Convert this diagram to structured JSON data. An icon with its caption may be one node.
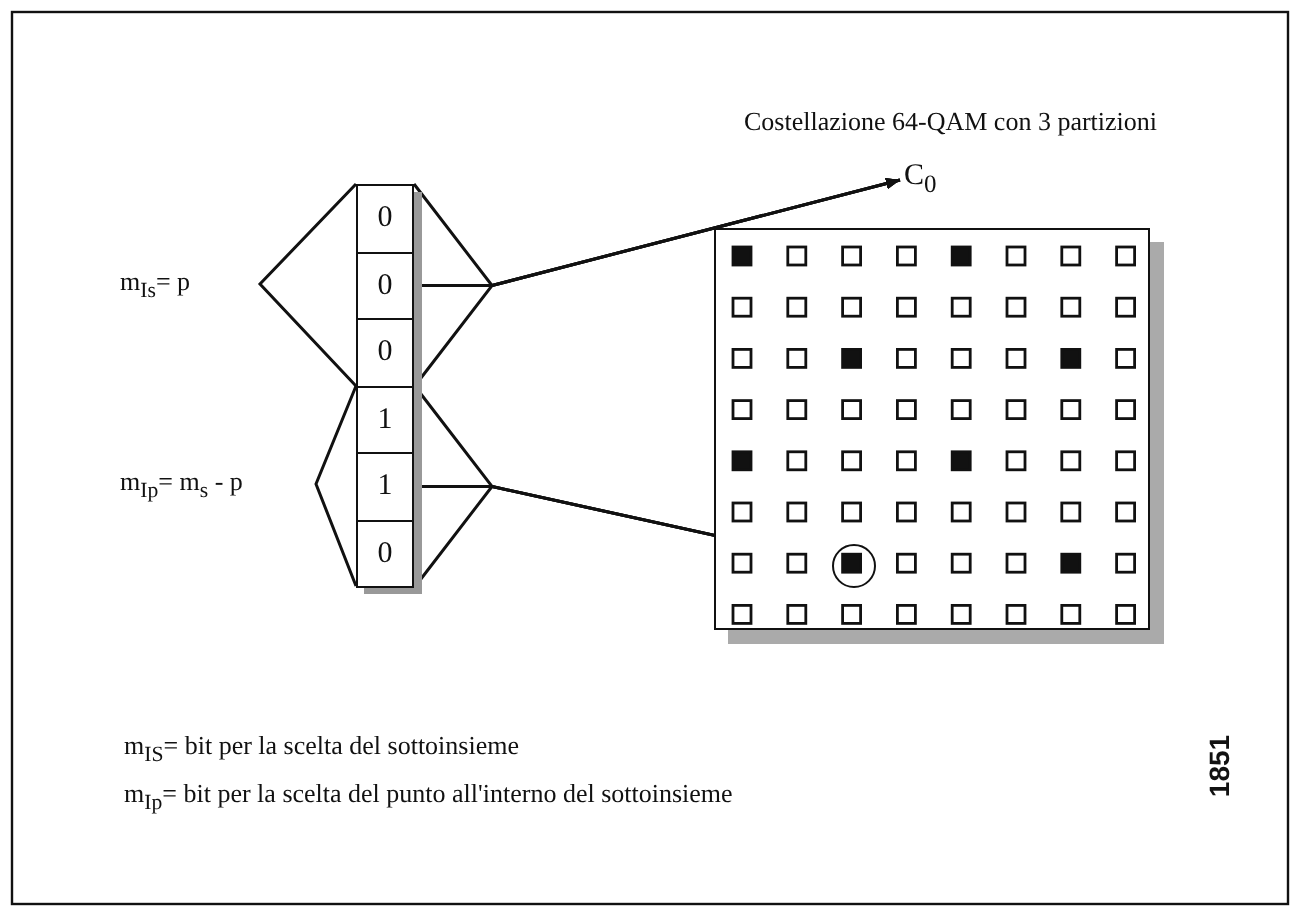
{
  "diagram": {
    "title": "Costellazione 64-QAM con 3 partizioni",
    "nodes": [
      {
        "text": [],
        "shape": "box"
      },
      {
        "text": [
          "0"
        ],
        "in": 0
      },
      {
        "text": [
          "0"
        ],
        "in": 0
      },
      {
        "text": [
          "0"
        ],
        "in": 0
      },
      {
        "text": [
          "1"
        ],
        "in": 0
      },
      {
        "text": [
          "1"
        ],
        "in": 0
      },
      {
        "text": [
          "0"
        ],
        "in": 0
      },
      {
        "text": [
          "C$_{0}$"
        ]
      },
      {
        "text": [],
        "shape": "box"
      },
      {
        "text": [],
        "shape": "circle",
        "in": 8
      }
    ],
    "edges": [
      {
        "from": 1,
        "to": 7,
        "arrow": "to"
      },
      {
        "from": 2,
        "to": 7,
        "arrow": "to"
      },
      {
        "from": 3,
        "to": 7,
        "arrow": "to"
      },
      {
        "from": 4,
        "to": 9,
        "arrow": "to"
      },
      {
        "from": 5,
        "to": 9,
        "arrow": "to"
      },
      {
        "from": 6,
        "to": 9,
        "arrow": "to"
      }
    ],
    "labels": [
      "m$_{Is}$= p",
      "m$_{Ip}$= m$_{s}$ - p",
      "m$_{IS}$= bit per la scelta del sottoinsieme",
      "m$_{Ip}$= bit per la scelta del punto all'interno del sottoinsieme",
      "1851"
    ]
  }
}
